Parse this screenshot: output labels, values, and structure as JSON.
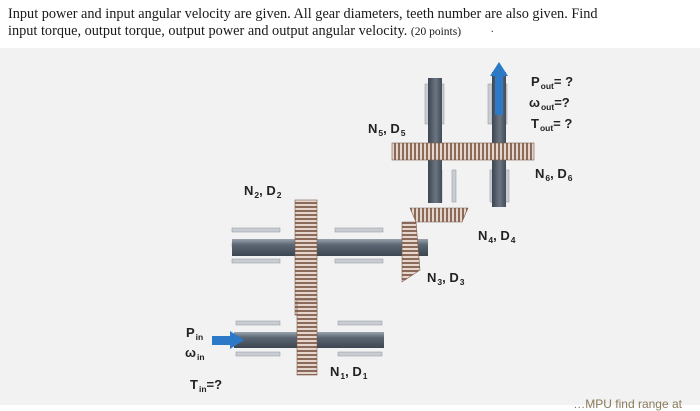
{
  "problem": {
    "line1": "Input power and input angular velocity are given. All gear diameters, teeth number are also given. Find",
    "line2": "input torque, output torque, output power and output angular velocity.",
    "points": "(20 points)"
  },
  "figure": {
    "labels": {
      "p_out": "P",
      "p_out_sub": "out",
      "p_out_tail": "= ?",
      "w_out": "ω",
      "w_out_sub": "out",
      "w_out_tail": "=?",
      "t_out": "T",
      "t_out_sub": "out",
      "t_out_tail": "= ?",
      "n5": "N",
      "n5_sub": "5",
      "d5": ", D",
      "d5_sub": "5",
      "n6": "N",
      "n6_sub": "6",
      "d6": ", D",
      "d6_sub": "6",
      "n2": "N",
      "n2_sub": "2",
      "d2": ", D",
      "d2_sub": "2",
      "n4": "N",
      "n4_sub": "4",
      "d4": ", D",
      "d4_sub": "4",
      "n3": "N",
      "n3_sub": "3",
      "d3": ", D",
      "d3_sub": "3",
      "n1": "N",
      "n1_sub": "1",
      "d1": ", D",
      "d1_sub": "1",
      "p_in": "P",
      "p_in_sub": "in",
      "w_in": "ω",
      "w_in_sub": "in",
      "t_in": "T",
      "t_in_sub": "in",
      "t_in_tail": "=?"
    }
  },
  "cut_text": "…MPU find range at"
}
